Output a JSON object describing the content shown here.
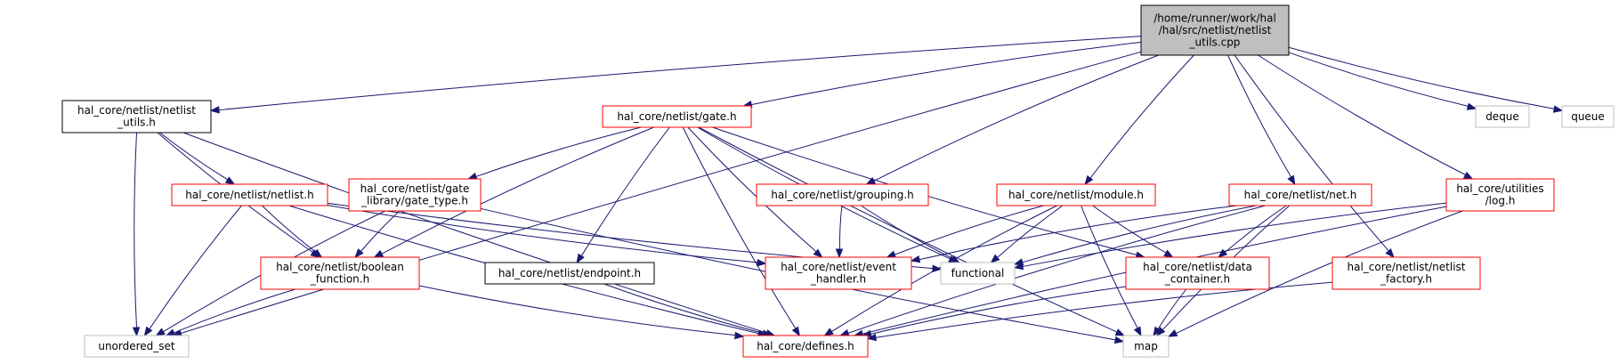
{
  "colors": {
    "root_fill": "#bfbfbf",
    "root_stroke": "#000000",
    "documented_stroke": "#000000",
    "undocumented_stroke": "#ff0000",
    "system_stroke": "#bfbfbf",
    "edge": "#191970"
  },
  "nodes": {
    "root": {
      "lines": [
        "/home/runner/work/hal",
        "/hal/src/netlist/netlist",
        "_utils.cpp"
      ],
      "kind": "root"
    },
    "netlist_utils_h": {
      "lines": [
        "hal_core/netlist/netlist",
        "_utils.h"
      ],
      "kind": "documented"
    },
    "gate_h": {
      "lines": [
        "hal_core/netlist/gate.h"
      ],
      "kind": "undocumented"
    },
    "deque": {
      "lines": [
        "deque"
      ],
      "kind": "system"
    },
    "queue": {
      "lines": [
        "queue"
      ],
      "kind": "system"
    },
    "netlist_h": {
      "lines": [
        "hal_core/netlist/netlist.h"
      ],
      "kind": "undocumented"
    },
    "gate_type_h": {
      "lines": [
        "hal_core/netlist/gate",
        "_library/gate_type.h"
      ],
      "kind": "undocumented"
    },
    "grouping_h": {
      "lines": [
        "hal_core/netlist/grouping.h"
      ],
      "kind": "undocumented"
    },
    "module_h": {
      "lines": [
        "hal_core/netlist/module.h"
      ],
      "kind": "undocumented"
    },
    "net_h": {
      "lines": [
        "hal_core/netlist/net.h"
      ],
      "kind": "undocumented"
    },
    "log_h": {
      "lines": [
        "hal_core/utilities",
        "/log.h"
      ],
      "kind": "undocumented"
    },
    "boolean_function_h": {
      "lines": [
        "hal_core/netlist/boolean",
        "_function.h"
      ],
      "kind": "undocumented"
    },
    "endpoint_h": {
      "lines": [
        "hal_core/netlist/endpoint.h"
      ],
      "kind": "documented"
    },
    "event_handler_h": {
      "lines": [
        "hal_core/netlist/event",
        "_handler.h"
      ],
      "kind": "undocumented"
    },
    "functional": {
      "lines": [
        "functional"
      ],
      "kind": "system"
    },
    "data_container_h": {
      "lines": [
        "hal_core/netlist/data",
        "_container.h"
      ],
      "kind": "undocumented"
    },
    "netlist_factory_h": {
      "lines": [
        "hal_core/netlist/netlist",
        "_factory.h"
      ],
      "kind": "undocumented"
    },
    "unordered_set": {
      "lines": [
        "unordered_set"
      ],
      "kind": "system"
    },
    "defines_h": {
      "lines": [
        "hal_core/defines.h"
      ],
      "kind": "undocumented"
    },
    "map": {
      "lines": [
        "map"
      ],
      "kind": "system"
    }
  },
  "edges": [
    [
      "root",
      "netlist_utils_h"
    ],
    [
      "root",
      "gate_h"
    ],
    [
      "root",
      "deque"
    ],
    [
      "root",
      "queue"
    ],
    [
      "root",
      "grouping_h"
    ],
    [
      "root",
      "module_h"
    ],
    [
      "root",
      "net_h"
    ],
    [
      "root",
      "log_h"
    ],
    [
      "root",
      "netlist_factory_h"
    ],
    [
      "root",
      "unordered_set"
    ],
    [
      "netlist_utils_h",
      "netlist_h"
    ],
    [
      "netlist_utils_h",
      "boolean_function_h"
    ],
    [
      "netlist_utils_h",
      "unordered_set"
    ],
    [
      "netlist_utils_h",
      "defines_h"
    ],
    [
      "gate_h",
      "gate_type_h"
    ],
    [
      "gate_h",
      "boolean_function_h"
    ],
    [
      "gate_h",
      "endpoint_h"
    ],
    [
      "gate_h",
      "event_handler_h"
    ],
    [
      "gate_h",
      "functional"
    ],
    [
      "gate_h",
      "data_container_h"
    ],
    [
      "gate_h",
      "defines_h"
    ],
    [
      "gate_h",
      "map"
    ],
    [
      "netlist_h",
      "event_handler_h"
    ],
    [
      "netlist_h",
      "functional"
    ],
    [
      "netlist_h",
      "boolean_function_h"
    ],
    [
      "netlist_h",
      "unordered_set"
    ],
    [
      "netlist_h",
      "defines_h"
    ],
    [
      "gate_type_h",
      "boolean_function_h"
    ],
    [
      "gate_type_h",
      "unordered_set"
    ],
    [
      "gate_type_h",
      "map"
    ],
    [
      "grouping_h",
      "event_handler_h"
    ],
    [
      "grouping_h",
      "functional"
    ],
    [
      "module_h",
      "event_handler_h"
    ],
    [
      "module_h",
      "functional"
    ],
    [
      "module_h",
      "data_container_h"
    ],
    [
      "module_h",
      "defines_h"
    ],
    [
      "module_h",
      "map"
    ],
    [
      "net_h",
      "event_handler_h"
    ],
    [
      "net_h",
      "functional"
    ],
    [
      "net_h",
      "data_container_h"
    ],
    [
      "net_h",
      "defines_h"
    ],
    [
      "net_h",
      "map"
    ],
    [
      "log_h",
      "functional"
    ],
    [
      "log_h",
      "defines_h"
    ],
    [
      "log_h",
      "map"
    ],
    [
      "boolean_function_h",
      "unordered_set"
    ],
    [
      "boolean_function_h",
      "defines_h"
    ],
    [
      "endpoint_h",
      "defines_h"
    ],
    [
      "data_container_h",
      "defines_h"
    ],
    [
      "data_container_h",
      "map"
    ],
    [
      "netlist_factory_h",
      "defines_h"
    ]
  ]
}
